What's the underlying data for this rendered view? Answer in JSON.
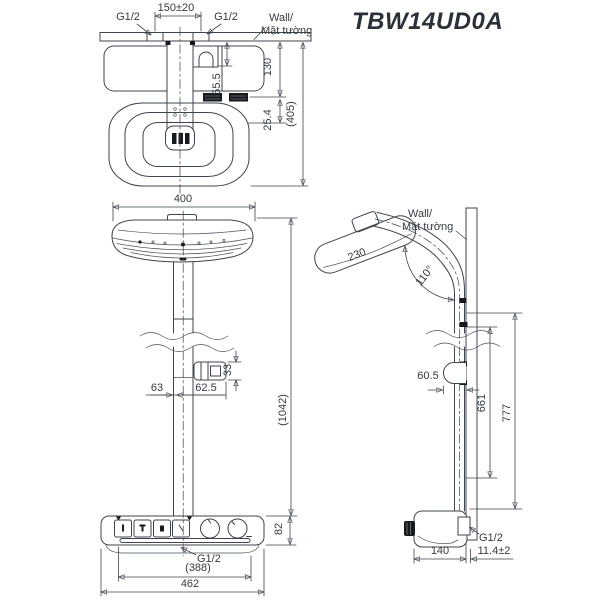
{
  "title": "TBW14UD0A",
  "colors": {
    "line": "#3d444c",
    "text": "#343b42",
    "dark_fill": "#16191d",
    "background": "#ffffff"
  },
  "top_view": {
    "port_spacing": "150±20",
    "thread_left": "G1/2",
    "thread_right": "G1/2",
    "wall_line1": "Wall/",
    "wall_line2": "Mặt tường",
    "bar_depth": "130",
    "hook_depth": "55.5",
    "head_offset": "25.4",
    "total_depth": "(405)"
  },
  "front_view": {
    "head_width": "400",
    "holder_left_offset": "63",
    "holder_right_offset": "62.5",
    "holder_height": "33",
    "total_height": "(1042)",
    "unit_height": "82",
    "outlet_thread": "G1/2",
    "outlet_span": "(388)",
    "unit_width": "462"
  },
  "side_view": {
    "wall_line1": "Wall/",
    "wall_line2": "Mặt tường",
    "head_depth": "230",
    "head_angle": "110°",
    "holder_depth": "60.5",
    "pipe_length": "661",
    "total_length": "777",
    "inlet_thread": "G1/2",
    "unit_depth": "140",
    "wall_clearance": "11.4±2"
  }
}
